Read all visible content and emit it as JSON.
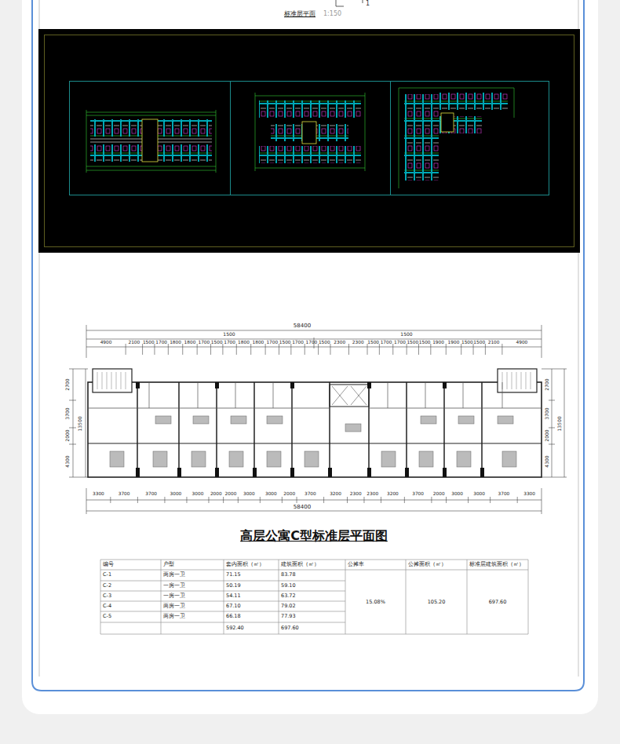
{
  "diagram": {
    "title": "高层公寓C型标准层平面图",
    "labels": [
      "1",
      "标准层平面",
      "1:150",
      "58400",
      "1500",
      "1500",
      "4900",
      "2100",
      "1500",
      "1700",
      "1800",
      "1800",
      "1700",
      "1500",
      "1700",
      "1800",
      "1800",
      "1700",
      "1500",
      "1700",
      "1700",
      "1500",
      "2300",
      "2300",
      "1500",
      "1700",
      "1700",
      "1500",
      "1500",
      "1900",
      "1900",
      "1500",
      "1500",
      "2100",
      "4900",
      "3300",
      "3700",
      "3700",
      "3000",
      "3000",
      "2000",
      "2000",
      "3000",
      "3000",
      "2000",
      "3700",
      "3200",
      "2300",
      "2300",
      "3200",
      "3700",
      "2000",
      "3000",
      "3000",
      "3700",
      "3300",
      "58400",
      "2700",
      "3700",
      "2000",
      "4300",
      "13500",
      "2700",
      "3700",
      "2000",
      "4300",
      "13500",
      "编号",
      "户型",
      "套内面积（㎡）",
      "建筑面积（㎡）",
      "公摊率",
      "公摊面积（㎡）",
      "标准层建筑面积（㎡）",
      "C-1",
      "两房一卫",
      "71.15",
      "83.78",
      "C-2",
      "一房一卫",
      "50.19",
      "59.10",
      "C-3",
      "一房一卫",
      "54.11",
      "63.72",
      "C-4",
      "两房一卫",
      "67.10",
      "79.02",
      "C-5",
      "两房一卫",
      "66.18",
      "77.93",
      "15.08%",
      "105.20",
      "697.60",
      "592.40",
      "697.60"
    ]
  }
}
